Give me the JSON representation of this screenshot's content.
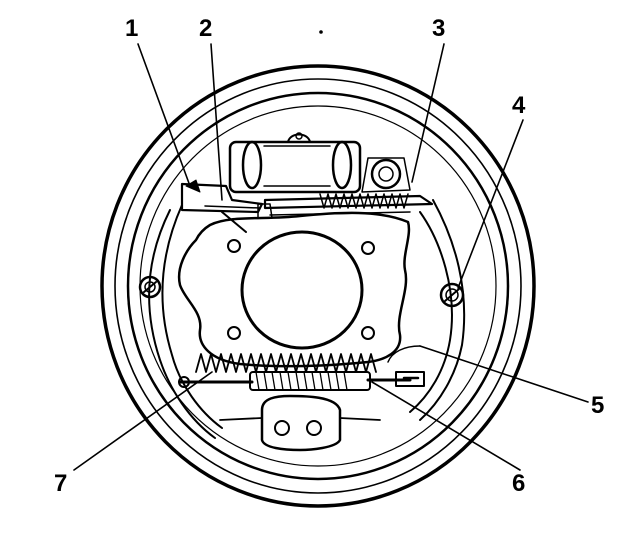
{
  "callouts": {
    "c1": "1",
    "c2": "2",
    "c3": "3",
    "c4": "4",
    "c5": "5",
    "c6": "6",
    "c7": "7"
  },
  "colors": {
    "ink": "#000000",
    "paper": "#ffffff",
    "shade": "#d9d9d9"
  }
}
